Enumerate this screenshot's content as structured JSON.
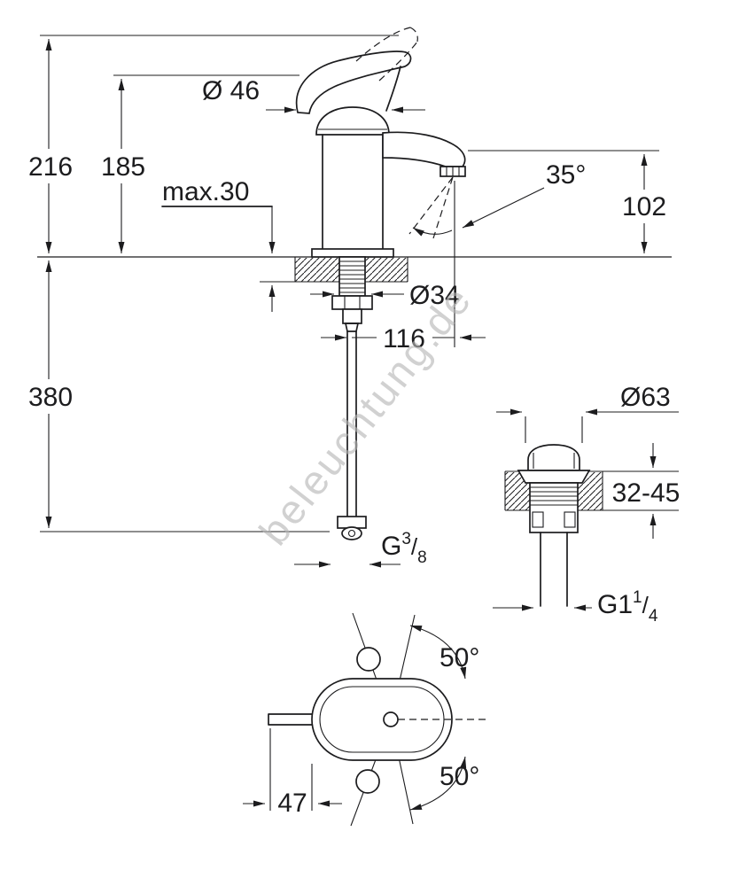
{
  "watermark": "beleuchtung.de",
  "dims": {
    "h216": "216",
    "h185": "185",
    "max30": "max.30",
    "d46": "Ø 46",
    "a35": "35°",
    "h102": "102",
    "d34": "Ø34",
    "w116": "116",
    "h380": "380",
    "g38": {
      "main": "G",
      "sup": "3",
      "slash": "/",
      "sub": "8"
    },
    "d63": "Ø63",
    "t3245": "32-45",
    "g114": {
      "main": "G1",
      "sup": "1",
      "slash": "/",
      "sub": "4"
    },
    "a50top": "50°",
    "a50bottom": "50°",
    "w47": "47"
  }
}
